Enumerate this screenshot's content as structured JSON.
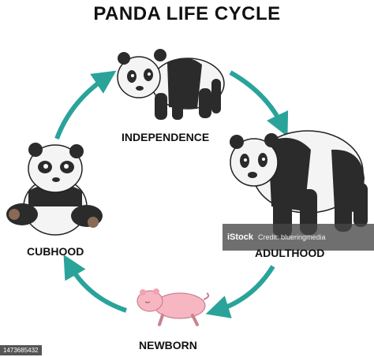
{
  "title": "PANDA LIFE CYCLE",
  "stages": {
    "independence": "INDEPENDENCE",
    "adulthood": "ADULTHOOD",
    "cubhood": "CUBHOOD",
    "newborn": "NEWBORN"
  },
  "watermark": {
    "logo": "iStock",
    "credit": "Credit: blueringmedia"
  },
  "stock_id": "1473685432",
  "colors": {
    "arrow": "#2aa39a",
    "fur_black": "#2b2b2b",
    "fur_white": "#f4f4f4",
    "newborn_pink": "#f7b7c2"
  }
}
